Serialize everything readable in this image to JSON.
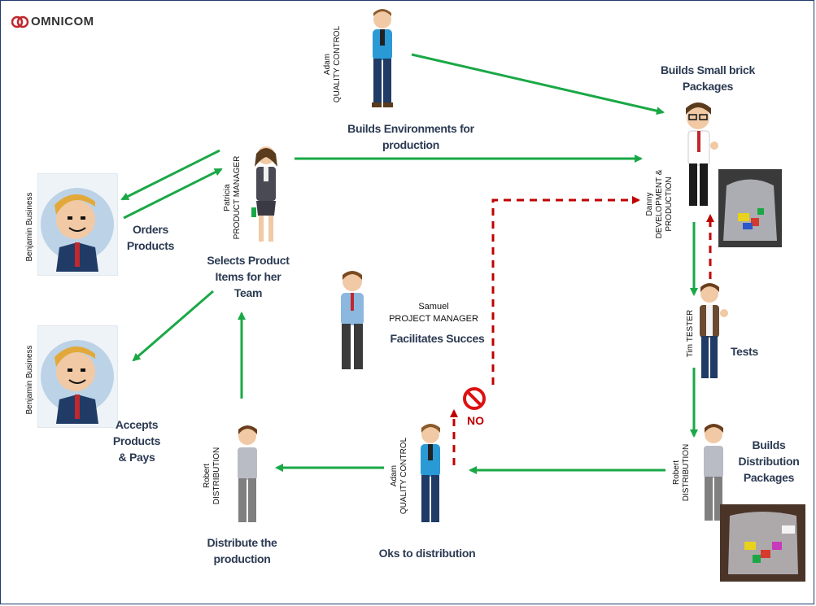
{
  "logo": {
    "text": "OMNICOM"
  },
  "people": {
    "adam_top": {
      "name": "Adam",
      "role": "QUALITY CONTROL"
    },
    "patricia": {
      "name": "Patricia",
      "role": "PRODUCT MANAGER"
    },
    "danny": {
      "name": "Danny",
      "role1": "DEVELOPMENT &",
      "role2": "PRODUCTION"
    },
    "benjamin_1": {
      "name": "Benjamin Business"
    },
    "benjamin_2": {
      "name": "Benjamin Business"
    },
    "samuel": {
      "name": "Samuel",
      "role": "PROJECT MANAGER"
    },
    "tim": {
      "name": "Tim",
      "role": "TESTER"
    },
    "robert_left": {
      "name": "Robert",
      "role": "DISTRIBUTION"
    },
    "adam_bottom": {
      "name": "Adam",
      "role": "QUALITY CONTROL"
    },
    "robert_right": {
      "name": "Robert",
      "role": "DISTRIBUTION"
    }
  },
  "labels": {
    "builds_env_1": "Builds Environments for",
    "builds_env_2": "production",
    "builds_small_1": "Builds Small brick",
    "builds_small_2": "Packages",
    "orders_1": "Orders",
    "orders_2": "Products",
    "selects_1": "Selects Product",
    "selects_2": "Items for her",
    "selects_3": "Team",
    "facilitates": "Facilitates Succes",
    "tests": "Tests",
    "accepts_1": "Accepts",
    "accepts_2": "Products",
    "accepts_3": "& Pays",
    "distribute_1": "Distribute the",
    "distribute_2": "production",
    "oks": "Oks to distribution",
    "builds_dist_1": "Builds",
    "builds_dist_2": "Distribution",
    "builds_dist_3": "Packages",
    "no": "NO"
  },
  "colors": {
    "green_arrow": "#1aa846",
    "red_arrow": "#c00000",
    "label_text": "#2b3a52",
    "frame": "#1f3a6a"
  }
}
